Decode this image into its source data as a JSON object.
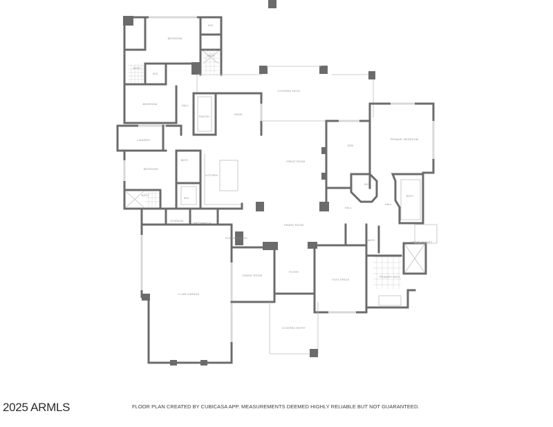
{
  "footer": {
    "logo": "2025 ARMLS",
    "disclaimer": "FLOOR PLAN CREATED BY CUBICASA APP. MEASUREMENTS DEEMED HIGHLY RELIABLE BUT NOT GUARANTEED."
  },
  "rooms": {
    "bedroom_top": "BEDROOM",
    "wic_top": "WIC",
    "bath_top_right": "BATH",
    "bath_top_left": "BATH",
    "wic_top_left": "WIC",
    "bedroom_mid": "BEDROOM",
    "hall_left": "HALL",
    "pantry": "PANTRY",
    "nook": "NOOK",
    "covered_patio": "COVERED PATIO",
    "laundry": "LAUNDRY",
    "bedroom_lower": "BEDROOM",
    "bath_lower": "BATH",
    "bath_lower_left": "BATH",
    "wic_lower": "WIC",
    "kitchen": "KITCHEN",
    "great_room": "GREAT ROOM",
    "den": "DEN",
    "primary_bedroom": "PRIMARY BEDROOM",
    "wic_primary": "WIC",
    "bath_primary": "BATH",
    "hall_mid": "HALL",
    "hall_right": "HALL",
    "storage": "STORAGE",
    "mechanical": "MECHANICAL",
    "dining_room": "DINING ROOM",
    "powder": "POWDER ROOM",
    "dining_area": "DINING ROOM",
    "foyer": "FOYER",
    "flex": "FLEX SPACE",
    "primary_bath": "PRIMARY BATH",
    "bath_small": "BATH",
    "water_closet": "WATER CLOSET",
    "covered_entry": "COVERED ENTRY",
    "garage": "4 CAR GARAGE"
  }
}
